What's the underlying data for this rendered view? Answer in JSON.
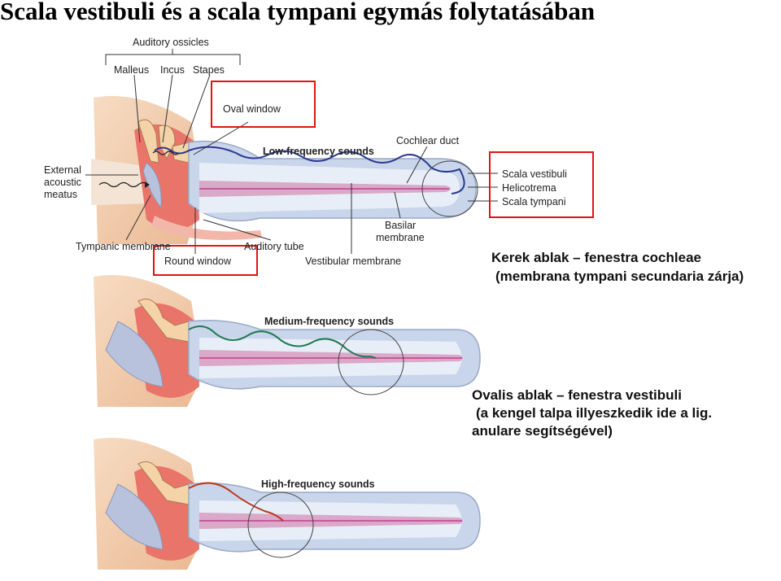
{
  "title": "Scala vestibuli és a scala tympani egymás folytatásában",
  "labels": {
    "auditory_ossicles": "Auditory ossicles",
    "malleus": "Malleus",
    "incus": "Incus",
    "stapes": "Stapes",
    "oval_window": "Oval window",
    "cochlear_duct": "Cochlear duct",
    "low_frequency": "Low-frequency sounds",
    "external_line1": "External",
    "external_line2": "acoustic",
    "external_line3": "meatus",
    "scala_vestibuli": "Scala vestibuli",
    "helicotrema": "Helicotrema",
    "scala_tympani": "Scala tympani",
    "basilar_line1": "Basilar",
    "basilar_line2": "membrane",
    "tympanic_membrane": "Tympanic membrane",
    "auditory_tube": "Auditory tube",
    "round_window": "Round window",
    "vestibular_membrane": "Vestibular membrane",
    "medium_frequency": "Medium-frequency sounds",
    "high_frequency": "High-frequency sounds"
  },
  "notes": {
    "round_line1": "Kerek ablak – fenestra cochleae",
    "round_line2": "(membrana tympani secundaria zárja)",
    "oval_line1": "Ovalis ablak – fenestra vestibuli",
    "oval_line2": "(a kengel talpa illyeszkedik ide a lig.",
    "oval_line3": "anulare segítségével)"
  },
  "colors": {
    "highlight": "#e01414",
    "low_wave": "#2b3a8f",
    "medium_wave": "#1f7a52",
    "high_wave": "#b83a1e",
    "bone": "#f2c9a8",
    "tissue": "#e9746a",
    "membrane": "#b8c2dc",
    "duct_outer": "#c9d5ea",
    "duct_inner": "#d9a9c7",
    "basilar": "#c65aa0"
  }
}
